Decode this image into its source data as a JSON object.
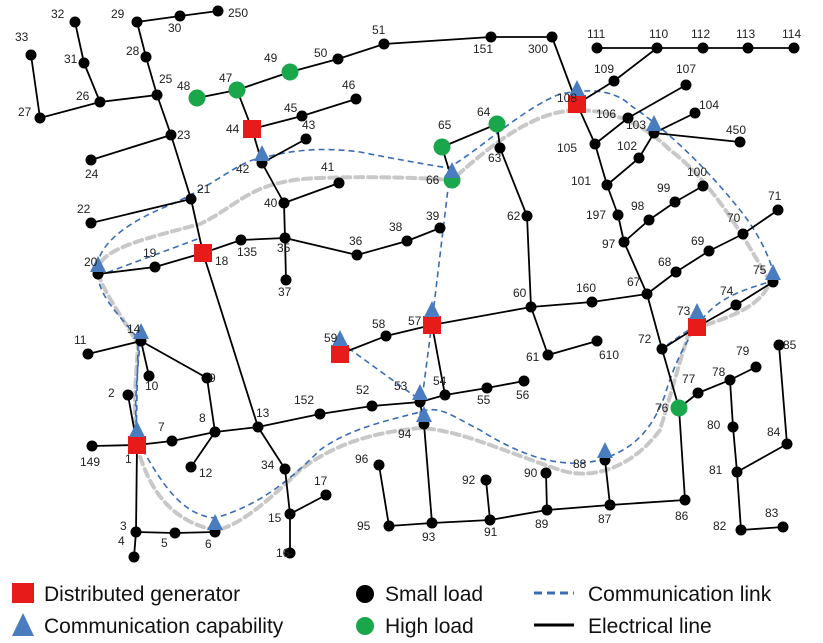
{
  "colors": {
    "electrical_line": "#000000",
    "communication_link": "#3a6db5",
    "comm_shadow": "#c8c8c8",
    "small_load": "#000000",
    "high_load": "#1aa64a",
    "distributed_generator": "#e81b1b",
    "communication_capability": "#4a7cc0"
  },
  "legend": {
    "distributed_generator": "Distributed generator",
    "small_load": "Small load",
    "communication_link": "Communication link",
    "communication_capability": "Communication capability",
    "high_load": "High load",
    "electrical_line": "Electrical line"
  },
  "nodes": [
    {
      "id": "1",
      "label": "1"
    },
    {
      "id": "2",
      "label": "2"
    },
    {
      "id": "3",
      "label": "3"
    },
    {
      "id": "4",
      "label": "4"
    },
    {
      "id": "5",
      "label": "5"
    },
    {
      "id": "6",
      "label": "6"
    },
    {
      "id": "7",
      "label": "7"
    },
    {
      "id": "8",
      "label": "8"
    },
    {
      "id": "9",
      "label": "9"
    },
    {
      "id": "10",
      "label": "10"
    },
    {
      "id": "11",
      "label": "11"
    },
    {
      "id": "12",
      "label": "12"
    },
    {
      "id": "13",
      "label": "13"
    },
    {
      "id": "14",
      "label": "14"
    },
    {
      "id": "15",
      "label": "15"
    },
    {
      "id": "16",
      "label": "16"
    },
    {
      "id": "17",
      "label": "17"
    },
    {
      "id": "18",
      "label": "18"
    },
    {
      "id": "19",
      "label": "19"
    },
    {
      "id": "20",
      "label": "20"
    },
    {
      "id": "21",
      "label": "21"
    },
    {
      "id": "22",
      "label": "22"
    },
    {
      "id": "23",
      "label": "23"
    },
    {
      "id": "24",
      "label": "24"
    },
    {
      "id": "25",
      "label": "25"
    },
    {
      "id": "26",
      "label": "26"
    },
    {
      "id": "27",
      "label": "27"
    },
    {
      "id": "28",
      "label": "28"
    },
    {
      "id": "29",
      "label": "29"
    },
    {
      "id": "30",
      "label": "30"
    },
    {
      "id": "31",
      "label": "31"
    },
    {
      "id": "32",
      "label": "32"
    },
    {
      "id": "33",
      "label": "33"
    },
    {
      "id": "34",
      "label": "34"
    },
    {
      "id": "35",
      "label": "35"
    },
    {
      "id": "36",
      "label": "36"
    },
    {
      "id": "37",
      "label": "37"
    },
    {
      "id": "38",
      "label": "38"
    },
    {
      "id": "39",
      "label": "39"
    },
    {
      "id": "40",
      "label": "40"
    },
    {
      "id": "41",
      "label": "41"
    },
    {
      "id": "42",
      "label": "42"
    },
    {
      "id": "43",
      "label": "43"
    },
    {
      "id": "44",
      "label": "44"
    },
    {
      "id": "45",
      "label": "45"
    },
    {
      "id": "46",
      "label": "46"
    },
    {
      "id": "47",
      "label": "47"
    },
    {
      "id": "48",
      "label": "48"
    },
    {
      "id": "49",
      "label": "49"
    },
    {
      "id": "50",
      "label": "50"
    },
    {
      "id": "51",
      "label": "51"
    },
    {
      "id": "52",
      "label": "52"
    },
    {
      "id": "53",
      "label": "53"
    },
    {
      "id": "54",
      "label": "54"
    },
    {
      "id": "55",
      "label": "55"
    },
    {
      "id": "56",
      "label": "56"
    },
    {
      "id": "57",
      "label": "57"
    },
    {
      "id": "58",
      "label": "58"
    },
    {
      "id": "59",
      "label": "59"
    },
    {
      "id": "60",
      "label": "60"
    },
    {
      "id": "61",
      "label": "61"
    },
    {
      "id": "62",
      "label": "62"
    },
    {
      "id": "63",
      "label": "63"
    },
    {
      "id": "64",
      "label": "64"
    },
    {
      "id": "65",
      "label": "65"
    },
    {
      "id": "66",
      "label": "66"
    },
    {
      "id": "67",
      "label": "67"
    },
    {
      "id": "68",
      "label": "68"
    },
    {
      "id": "69",
      "label": "69"
    },
    {
      "id": "70",
      "label": "70"
    },
    {
      "id": "71",
      "label": "71"
    },
    {
      "id": "72",
      "label": "72"
    },
    {
      "id": "73",
      "label": "73"
    },
    {
      "id": "74",
      "label": "74"
    },
    {
      "id": "75",
      "label": "75"
    },
    {
      "id": "76",
      "label": "76"
    },
    {
      "id": "77",
      "label": "77"
    },
    {
      "id": "78",
      "label": "78"
    },
    {
      "id": "79",
      "label": "79"
    },
    {
      "id": "80",
      "label": "80"
    },
    {
      "id": "81",
      "label": "81"
    },
    {
      "id": "82",
      "label": "82"
    },
    {
      "id": "83",
      "label": "83"
    },
    {
      "id": "84",
      "label": "84"
    },
    {
      "id": "85",
      "label": "85"
    },
    {
      "id": "86",
      "label": "86"
    },
    {
      "id": "87",
      "label": "87"
    },
    {
      "id": "88",
      "label": "88"
    },
    {
      "id": "89",
      "label": "89"
    },
    {
      "id": "90",
      "label": "90"
    },
    {
      "id": "91",
      "label": "91"
    },
    {
      "id": "92",
      "label": "92"
    },
    {
      "id": "93",
      "label": "93"
    },
    {
      "id": "94",
      "label": "94"
    },
    {
      "id": "95",
      "label": "95"
    },
    {
      "id": "96",
      "label": "96"
    },
    {
      "id": "97",
      "label": "97"
    },
    {
      "id": "98",
      "label": "98"
    },
    {
      "id": "99",
      "label": "99"
    },
    {
      "id": "100",
      "label": "100"
    },
    {
      "id": "101",
      "label": "101"
    },
    {
      "id": "102",
      "label": "102"
    },
    {
      "id": "103",
      "label": "103"
    },
    {
      "id": "104",
      "label": "104"
    },
    {
      "id": "105",
      "label": "105"
    },
    {
      "id": "106",
      "label": "106"
    },
    {
      "id": "107",
      "label": "107"
    },
    {
      "id": "108",
      "label": "108"
    },
    {
      "id": "109",
      "label": "109"
    },
    {
      "id": "110",
      "label": "110"
    },
    {
      "id": "111",
      "label": "111"
    },
    {
      "id": "112",
      "label": "112"
    },
    {
      "id": "113",
      "label": "113"
    },
    {
      "id": "114",
      "label": "114"
    },
    {
      "id": "135",
      "label": "135"
    },
    {
      "id": "149",
      "label": "149"
    },
    {
      "id": "151",
      "label": "151"
    },
    {
      "id": "152",
      "label": "152"
    },
    {
      "id": "160",
      "label": "160"
    },
    {
      "id": "197",
      "label": "197"
    },
    {
      "id": "250",
      "label": "250"
    },
    {
      "id": "300",
      "label": "300"
    },
    {
      "id": "450",
      "label": "450"
    },
    {
      "id": "610",
      "label": "610"
    }
  ],
  "node_types": {
    "distributed_generator": [
      "1",
      "18",
      "44",
      "57",
      "59",
      "73",
      "108"
    ],
    "high_load": [
      "47",
      "48",
      "49",
      "64",
      "65",
      "66",
      "76"
    ]
  },
  "comm_nodes": [
    "1",
    "6",
    "14",
    "20",
    "42",
    "53",
    "57",
    "59",
    "66",
    "75",
    "88",
    "94",
    "103",
    "108",
    "73"
  ]
}
